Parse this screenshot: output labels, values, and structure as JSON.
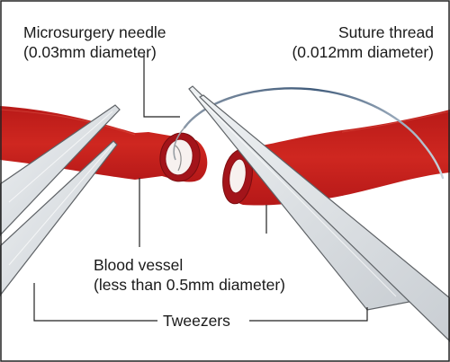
{
  "labels": {
    "needle": {
      "line1": "Microsurgery needle",
      "line2": "(0.03mm diameter)"
    },
    "thread": {
      "line1": "Suture thread",
      "line2": "(0.012mm diameter)"
    },
    "vessel": {
      "line1": "Blood vessel",
      "line2": "(less than 0.5mm diameter)"
    },
    "tweezers": {
      "line1": "Tweezers"
    }
  },
  "colors": {
    "vessel_light": "#c7221c",
    "vessel_dark": "#a8151a",
    "vessel_inner": "#7a0d10",
    "tweezers_fill": "#d8dde1",
    "tweezers_edge": "#5e6266",
    "thread": "#5a6e86",
    "leader_line": "#222222",
    "border": "#222222"
  }
}
